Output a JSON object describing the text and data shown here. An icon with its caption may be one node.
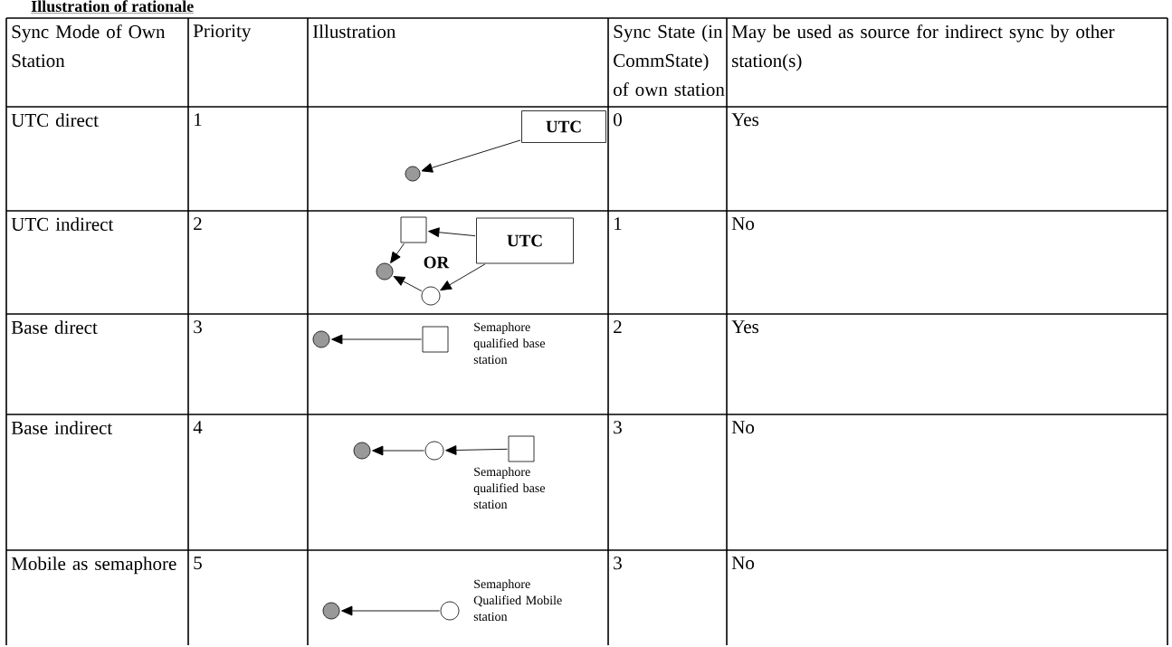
{
  "diagram": {
    "title": "Illustration of rationale",
    "nodes": [
      {
        "text": [
          "UTC"
        ]
      },
      {
        "text": [],
        "shape": "circle"
      },
      {
        "text": [],
        "shape": "circle"
      },
      {
        "text": [],
        "shape": "box"
      },
      {
        "text": [],
        "shape": "circle"
      },
      {
        "text": [
          "UTC"
        ]
      },
      {
        "text": [],
        "shape": "circle"
      },
      {
        "text": [],
        "shape": "box",
        "beside": [
          "Semaphore qualified base station"
        ]
      },
      {
        "text": [],
        "shape": "circle"
      },
      {
        "text": [],
        "shape": "circle"
      },
      {
        "text": [],
        "shape": "box",
        "beside": [
          "Semaphore qualified base station"
        ]
      },
      {
        "text": [],
        "shape": "circle"
      },
      {
        "text": [],
        "shape": "circle",
        "beside": [
          "Semaphore Qualified Mobile station"
        ]
      }
    ],
    "edges": [
      {
        "from": 0,
        "to": 1,
        "arrow": "to"
      },
      {
        "from": 3,
        "to": 2,
        "arrow": "to"
      },
      {
        "from": 5,
        "to": 3,
        "arrow": "to"
      },
      {
        "from": 5,
        "to": 4,
        "arrow": "to"
      },
      {
        "from": 4,
        "to": 2,
        "arrow": "to"
      },
      {
        "from": 7,
        "to": 6,
        "arrow": "to"
      },
      {
        "from": 9,
        "to": 8,
        "arrow": "to"
      },
      {
        "from": 10,
        "to": 9,
        "arrow": "to"
      },
      {
        "from": 12,
        "to": 11,
        "arrow": "to"
      }
    ],
    "labels": [
      "Sync Mode of Own Station",
      "Priority",
      "Illustration",
      "Sync State (in CommState) of own station",
      "May be used as source for indirect sync by other station(s)",
      "UTC direct",
      "1",
      "0",
      "Yes",
      "UTC indirect",
      "2",
      "OR",
      "1",
      "No",
      "Base direct",
      "3",
      "2",
      "Yes",
      "Base indirect",
      "4",
      "3",
      "No",
      "Mobile as semaphore",
      "5",
      "3",
      "No"
    ]
  }
}
